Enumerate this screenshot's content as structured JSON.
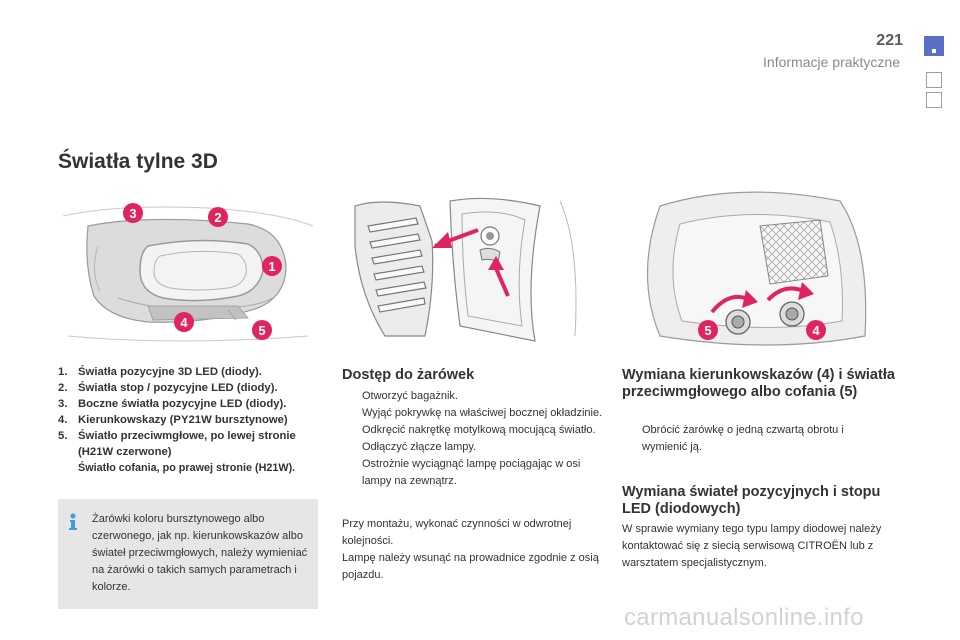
{
  "header": {
    "page_number": "221",
    "section": "Informacje praktyczne"
  },
  "title": "Światła tylne 3D",
  "illustrations": {
    "rear_light_callouts": [
      "3",
      "2",
      "1",
      "4",
      "5"
    ],
    "bulb_callouts": [
      "5",
      "4"
    ]
  },
  "parts_list": [
    {
      "num": "1.",
      "text": "Światła pozycyjne 3D LED (diody)."
    },
    {
      "num": "2.",
      "text": "Światła stop / pozycyjne LED (diody)."
    },
    {
      "num": "3.",
      "text": "Boczne światła pozycyjne LED (diody)."
    },
    {
      "num": "4.",
      "text": "Kierunkowskazy (PY21W bursztynowe)"
    },
    {
      "num": "5.",
      "text": "Światło przeciwmgłowe, po lewej stronie (H21W czerwone)"
    }
  ],
  "parts_note": "Światło cofania, po prawej stronie (H21W).",
  "info_box": {
    "icon": "info-icon",
    "text": "Żarówki koloru bursztynowego albo czerwonego, jak np. kierunkowskazów albo świateł przeciwmgłowych, należy wymieniać na żarówki o takich samych parametrach i kolorze."
  },
  "access": {
    "heading": "Dostęp do żarówek",
    "bullet_glyph": "",
    "steps": [
      "Otworzyć bagażnik.",
      "Wyjąć pokrywkę na właściwej bocznej okładzinie.",
      "Odkręcić nakrętkę motylkową mocującą światło.",
      "Odłączyć złącze lampy.",
      "Ostrożnie wyciągnąć lampę pociągając w osi lampy na zewnątrz."
    ],
    "para1": "Przy montażu, wykonać czynności w odwrotnej kolejności.",
    "para2": "Lampę należy wsunąć na prowadnice zgodnie z osią pojazdu."
  },
  "replace_indicators": {
    "heading": "Wymiana kierunkowskazów (4) i światła przeciwmgłowego albo cofania (5)",
    "bullet_glyph": "",
    "steps": [
      "Obrócić żarówkę o jedną czwartą obrotu i wymienić ją."
    ]
  },
  "replace_led": {
    "heading": "Wymiana świateł pozycyjnych i stopu LED (diodowych)",
    "text": "W sprawie wymiany tego typu lampy diodowej należy kontaktować się z siecią serwisową CITROËN lub z warsztatem specjalistycznym."
  },
  "watermark": "carmanualsonline.info",
  "colors": {
    "accent_tab": "#5b6fc7",
    "callout_red": "#e0245e",
    "arrow_red": "#e0245e",
    "info_box_bg": "#e6e6e6"
  }
}
